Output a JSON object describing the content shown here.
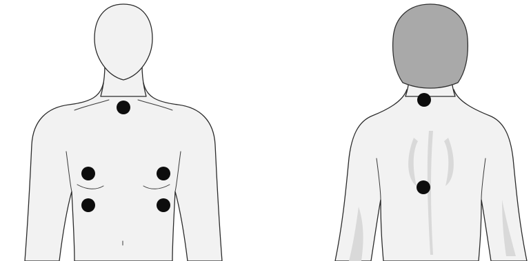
{
  "figure": {
    "views": [
      {
        "name": "front",
        "markers": [
          {
            "id": "neck"
          },
          {
            "id": "upper-right-chest"
          },
          {
            "id": "upper-left-chest"
          },
          {
            "id": "lower-right-chest"
          },
          {
            "id": "lower-left-chest"
          }
        ]
      },
      {
        "name": "back",
        "markers": [
          {
            "id": "upper-back"
          },
          {
            "id": "mid-back"
          }
        ]
      }
    ],
    "colors": {
      "skin": "#f2f2f2",
      "outline": "#2a2a2a",
      "hair": "#a9a9a9",
      "shadow": "#d9d9d9",
      "marker": "#0d0d0d"
    }
  }
}
